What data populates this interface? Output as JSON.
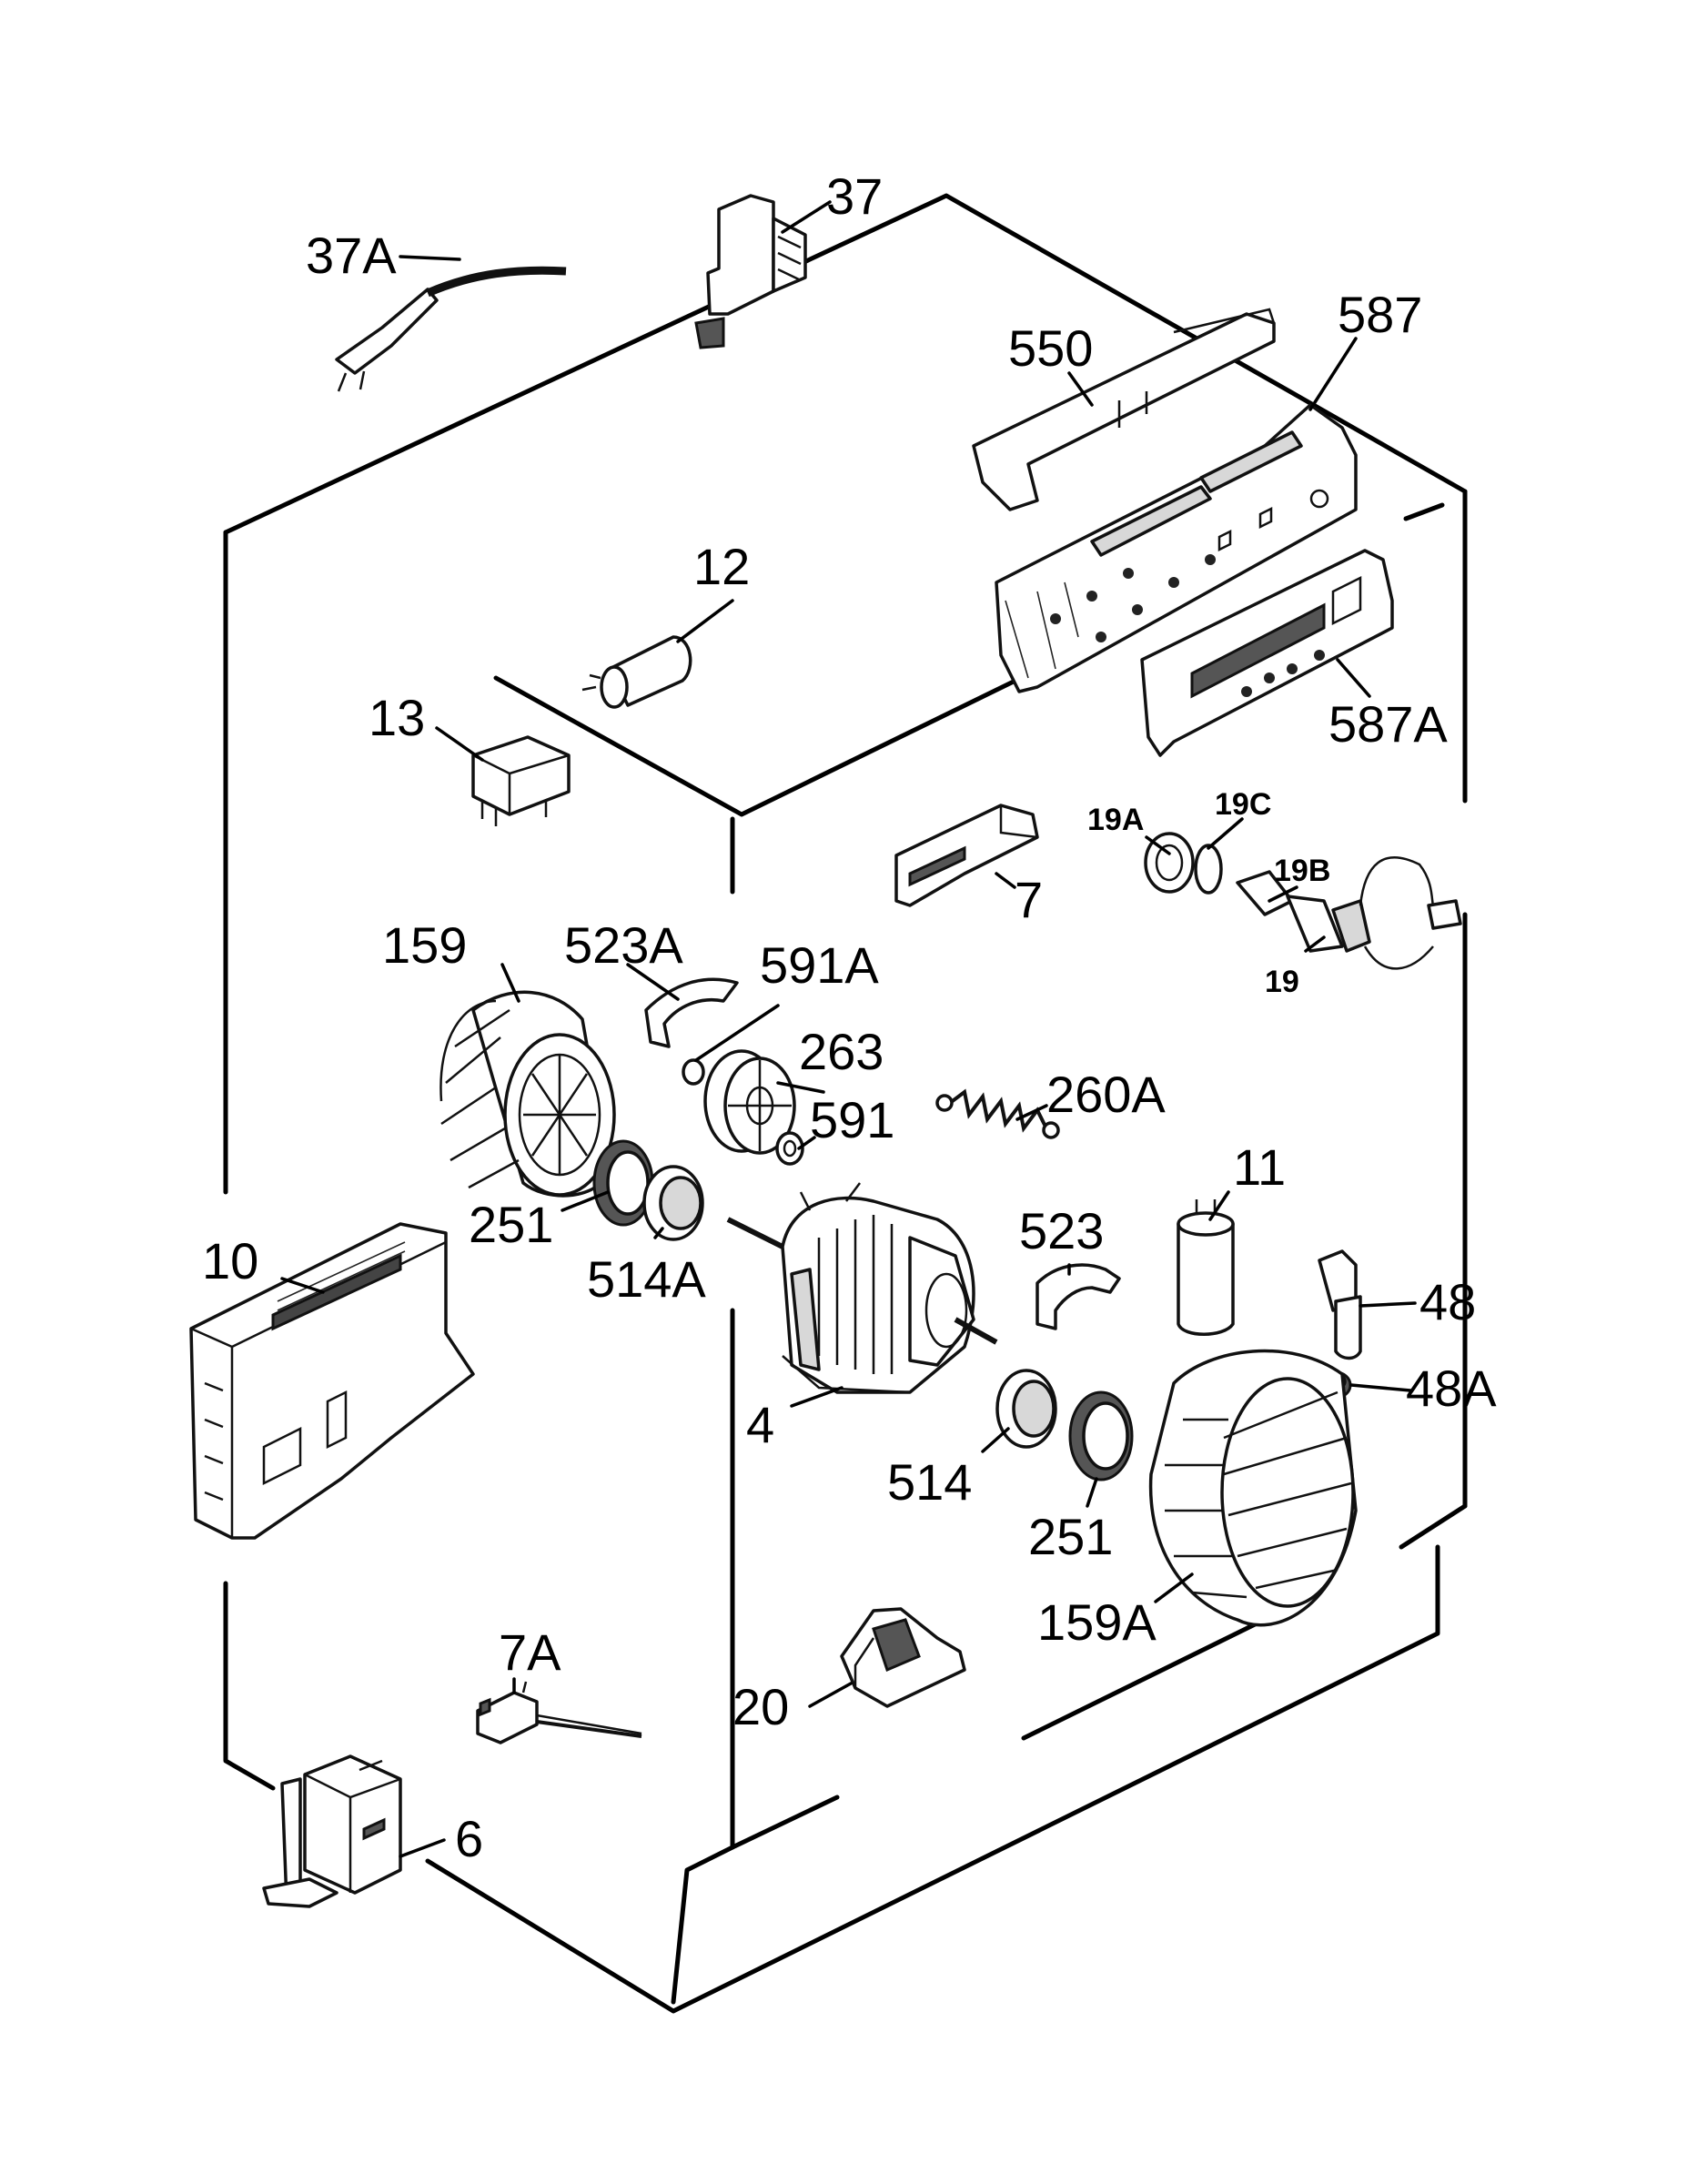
{
  "labels": {
    "p37": "37",
    "p37A": "37A",
    "p550": "550",
    "p587": "587",
    "p587A": "587A",
    "p12": "12",
    "p13": "13",
    "p7": "7",
    "p19A": "19A",
    "p19C": "19C",
    "p19B": "19B",
    "p19": "19",
    "p159": "159",
    "p523A": "523A",
    "p591A": "591A",
    "p263": "263",
    "p591": "591",
    "p260A": "260A",
    "p251a": "251",
    "p514A": "514A",
    "p11": "11",
    "p10": "10",
    "p523": "523",
    "p48": "48",
    "p48A": "48A",
    "p4": "4",
    "p514": "514",
    "p251b": "251",
    "p159A": "159A",
    "p7A": "7A",
    "p20": "20",
    "p6": "6"
  }
}
